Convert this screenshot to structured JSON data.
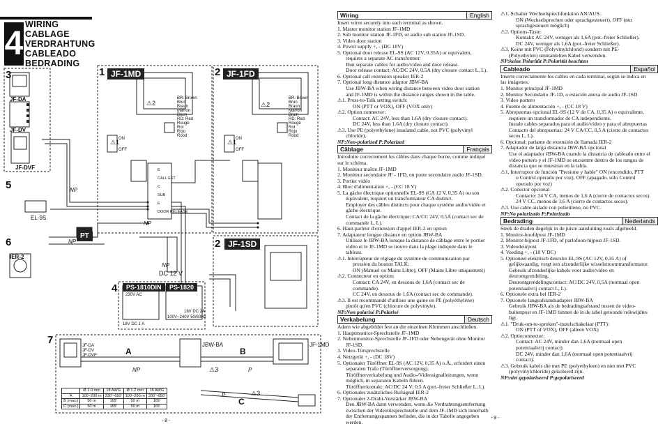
{
  "left_page": {
    "chapter_number": "4",
    "chapter_titles": [
      "WIRING",
      "CABLAGE",
      "VERDRAHTUNG",
      "CABLEADO",
      "BEDRADING"
    ],
    "sections": {
      "s1": "1",
      "s2": "2",
      "s3": "3",
      "s4": "4",
      "s5": "5",
      "s6": "6",
      "s7": "7"
    },
    "models": {
      "jf1md": "JF-1MD",
      "jf1fd": "JF-1FD",
      "jf1sd": "JF-1SD",
      "ps1810": "PS-1810DIN",
      "ps1820": "PS-1820",
      "pt": "PT"
    },
    "labels": {
      "jf_da": "JF-DA",
      "jf_dv": "JF-DV",
      "jf_dvf": "JF-DVF",
      "el9s": "EL-9S",
      "ier2": "IER-2",
      "np": "NP",
      "dc12v": "DC 12 V",
      "ac230": "230V AC",
      "ac_in": "100V~240V 50/60Hz",
      "dc18": "18V DC 1 A",
      "dc18b": "18V DC 2A",
      "jbwba": "JBW-BA",
      "jf1md_small": "JF-1MD",
      "a": "A",
      "b": "B",
      "c": "C",
      "p": "P",
      "warn2": "2",
      "warn1": "1",
      "warn3": "3",
      "on": "ON",
      "off": "OFF",
      "wire_colors_1": [
        "BR: Brown",
        "Brun",
        "Braun",
        "Marrón",
        "Bruin",
        "RD: Red",
        "Rouge",
        "Rot",
        "Rojo",
        "Rood"
      ],
      "wire_colors_2": [
        "BR: Brown",
        "Brun",
        "Braun",
        "Marrón",
        "Bruin",
        "RD: Red",
        "Rouge",
        "Rot",
        "Rojo",
        "Rood"
      ]
    },
    "terminals_md": [
      "E",
      "CALL EXT",
      "C",
      "SUB",
      "E",
      "DOOR RELEASE"
    ],
    "table": {
      "header": [
        "",
        "Ø 1.0 mm",
        "18 AWG",
        "Ø 1.2 mm",
        "16 AWG"
      ],
      "rows": [
        [
          "A",
          "100~200 m",
          "330'~650'",
          "100~200 m",
          "330'~650'"
        ],
        [
          "B (max.)",
          "50 m",
          "165'",
          "50 m",
          "165'"
        ],
        [
          "C (max.)",
          "50 m",
          "165'",
          "50 m",
          "165'"
        ]
      ]
    },
    "page_number": "- 8 -"
  },
  "right_page": {
    "col1": {
      "english": {
        "label": "Wiring",
        "tag": "English",
        "lines": [
          "Insert wires securely into each terminal as shown.",
          "1. Master monitor station JF-1MD",
          "2. Sub monitor station JF-1FD, or audio sub station JF-1SD.",
          "3. Video door station",
          "4. Power supply +, - (DC 18V)",
          "5. Optional door release EL-9S (AC 12V, 0.35A) or equivalent,",
          "requires a separate AC transformer.",
          "Run separate cables for audio/video and door release.",
          "Door release contact: AC/DC 24V, 0.5A (dry closure contact L, L).",
          "6. Optional call extension speaker IER-2",
          "7. Optional long distance adaptor JBW-BA",
          "Use JBW-BA when wiring distance between video door station",
          "and JF-1MD is within the distance ranges shown in the table.",
          "1. Press-to-Talk setting switch:",
          "ON (PTT or VOX), OFF (VOX only)",
          "2. Option connector:",
          "Contact: AC 24V, less than 1.6A (dry closure contact).",
          "DC 24V, less than 1.6A (dry closure contact).",
          "3. Use PE (polyethylene) insulated cable, not PVC (polyvinyl",
          "chloride)."
        ],
        "note": "NP:Non-polarized P:Polarized"
      },
      "french": {
        "label": "Câblage",
        "tag": "Français",
        "lines": [
          "Introduire correctement les câbles dans chaque borne, comme indiqué",
          "sur le schéma.",
          "1. Moniteur maître JF-1MD",
          "2. Moniteur secondaire JF - 1FD, ou poste secondaire audio JF-1SD.",
          "3. Portier vidéo",
          "4. Bloc d'alimentation +, - (CC 18 V)",
          "5. La gâche électrique optionnelle EL-9S (CA 12 V, 0,35 A) ou son",
          "équivalent, requiert un transformateur CA distinct.",
          "Employer des câbles distincts pour chaque système audio/vidéo et",
          "gâche électrique.",
          "Contact de la gâche électrique: CA/CC 24V, 0,5A (contact sec de",
          "commande L, L).",
          "6. Haut-parleur d'extension d'appel IER-2 en option",
          "7. Adaptateur longue distance en option JBW-BA",
          "Utilisez le JBW-BA lorsque la distance de câblage entre le portier",
          "vidéo et le JF-1MD se trouve dans la plage indiquée dans le",
          "tableau.",
          "1. Interrupteur de réglage du système de communication par",
          "pression du bouton TALK:",
          "ON (Manuel ou Mains Libre), OFF (Mains Libre uniquement)",
          "2. Connecteur en option:",
          "Contact: CA 24V, en dessous de 1,6A (contact sec de",
          "commande).",
          "CC 24V, en dessous de 1,6A (contact sec de commande).",
          "3. Il est recommandé d'utiliser une gaine en PE (polyéthylène)",
          "plutôt qu'en PVC (chlorure de polyvinyle)."
        ],
        "note": "NP:Non polarisé P:Polarisé"
      },
      "german": {
        "label": "Verkabelung",
        "tag": "Deutsch",
        "lines": [
          "Adern wie abgebildet fest an die einzelnen Klemmen anschließen.",
          "1. Hauptmonitor-Sprechstelle JF-1MD",
          "2. Nebenmonitor-Sprechstelle JF-1FD oder Nebengerät ohne Monitor",
          "JF-1SD.",
          "3. Video-Türsprechstelle",
          "4. Netzgerät +, - (DC 18V)",
          "5. Optionaler Türöffner EL-9S (AC 12V, 0,35 A) o.Ä., erfordert einen",
          "separaten Trafo (Türöffnerversorgung).",
          "Türöffnerverkabelung und Audio-/Videosignalleitungen, wenn",
          "möglich, in separaten Kabeln führen.",
          "Türöffnerkontakt: AC/DC 24 V; 0,5 A (pot.-freier Schließer L, L).",
          "6. Optionales zusätzliches Rufsignal IER-2",
          "7. Optionaler 2-Draht-Verstärker JBW-BA",
          "Den JBW-BA dann verwenden, wenn die Verdrahtungsentfernung",
          "zwischen der Videotürsprechstelle und dem JF-1MD sich innerhalb",
          "der Entfernungsspannen befindet, die in der Tabelle angegeben",
          "werden."
        ]
      }
    },
    "col2": {
      "german_cont": {
        "lines": [
          "1. Schalter Wechselsprechfunktion AN/AUS:",
          "ON (Wechselsprechen oder sprachgesteuert), OFF (nur",
          "sprachgesteuert möglich)",
          "2. Options-Taste:",
          "Kontakt: AC 24V, weniger als 1,6A (pot.-freier Schließer).",
          "DC 24V, weniger als 1,6A (pot.-freier Schließer).",
          "3. Keine mit PVC (Polyvinylchlorid) sondern mit PE-",
          "(Polyethylen) ummantelten Kabel verwenden."
        ],
        "note": "NP:keine Polarität P:Polarität beachten"
      },
      "spanish": {
        "label": "Cableado",
        "tag": "Español",
        "lines": [
          "Inserte correctamente los cables en cada terminal, según se indica en",
          "las imágenes.",
          "1. Monitor principal JF-1MD",
          "2. Monitor Secundario JF-1D, o estación anexa de audio JF-1SD",
          "3. Video portero",
          "4. Fuente de alimentación +, - (CC 18 V)",
          "5. Abrepuertas opcional EL-9S (12 V de CA, 0,35 A) o equivalente,",
          "requiere un transformador de CA independiente.",
          "Instale cables separados para el audio/vídeo y para el abrepuertas",
          "Contacto del abrepuertas: 24 V CA/CC, 0,5 A (cierre de contactos",
          "secos L, L).",
          "6. Opcional: parlante de extensión de llamada IER-2",
          "7. Adaptador de larga distancia JBW-BA opcional",
          "Use el adaptador JBW-BA cuando la distancia de cableado entre el",
          "video portero y el JF-1MD se encuentre dentro de los rangos de",
          "distancia que se muestran en la tabla.",
          "1. Interruptor de función \"Presione y hable\" ON (encendido, PTT",
          "o Control operado por voz), OFF (apagado, sólo Control",
          "operado por voz)",
          "2. Conector opcional",
          "Contacto: 24 V CA, menos de 1,6 A (cierre de contactos secos).",
          "24 V CC, menos de 1,6 A (cierre de contactos secos).",
          "3. Use cable aislado con polietileno, no PVC."
        ],
        "note": "NP:No polarizado P:Polarizado"
      },
      "dutch": {
        "label": "Bedrading",
        "tag": "Nederlands",
        "lines": [
          "Steek de draden degelijk in de juiste aansluiting zoals afgebeeld.",
          "1. Monitor-hoofdpost JF-1MD",
          "2. Monitor-bijpost JF-1FD, of parlofoon-bijpost JF-1SD.",
          "3. Videodeurpost",
          "4. Voeding +, - (18 V DC)",
          "5. Optioneel elektrisch deurslot EL-9S (AC 12V, 0,35 A) of",
          "gelijkwaardig, vergt een afzonderlijke wisselstroomtransformator.",
          "Gebruik afzonderlijke kabels voor audio/video en",
          "deurontgrendeling.",
          "Deurontgrendelingscontact: AC/DC 24V, 0,5A (normaal open",
          "potentiaalvrij contact L, L).",
          "6. Optionele extra bel IER-2",
          "7. Optionele langeafstandsadapter JBW-BA",
          "Gebruik JBW-BA als de bedradingsafstand tussen de video-",
          "buitenpost en JF-1MD binnen de in de tabel getoonde reikwijdtes",
          "ligt.",
          "1. \"Druk-om-te-spreken\"-instelschakelaar (PTT):",
          "ON (PTT of VOX), OFF (alleen VOX)",
          "2. Optieconnector:",
          "Contact: AC 24V, minder dan 1,6A (normaal open",
          "potentiaalvrij contact).",
          "DC 24V, minder dan 1,6A (normaal open potentiaalvrij",
          "contact).",
          "3. Gebruik kabels die met PE (polyethyleen) en niet met PVC",
          "(polyvinylchloride) geïsoleerd zijn."
        ],
        "note": "NP:niet gepolariseerd P:gepolariseerd"
      }
    },
    "page_number": "- 9 -"
  }
}
